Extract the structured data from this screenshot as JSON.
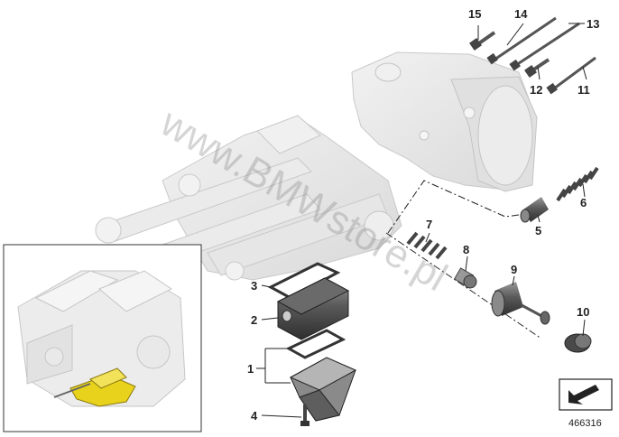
{
  "diagram": {
    "callouts": {
      "p1": "1",
      "p2": "2",
      "p3": "3",
      "p4": "4",
      "p5": "5",
      "p6": "6",
      "p7": "7",
      "p8": "8",
      "p9": "9",
      "p10": "10",
      "p11": "11",
      "p12": "12",
      "p13": "13",
      "p14": "14",
      "p15": "15"
    },
    "figure_number": "466316",
    "watermark": "www.BMWstore.pl"
  },
  "colors": {
    "ghost_part": "#e6e6e6",
    "ghost_edge": "#c9c9c9",
    "part_dark": "#3a3a3a",
    "part_mid": "#7a7a7a",
    "highlight": "#e8d21c",
    "line": "#222222"
  }
}
